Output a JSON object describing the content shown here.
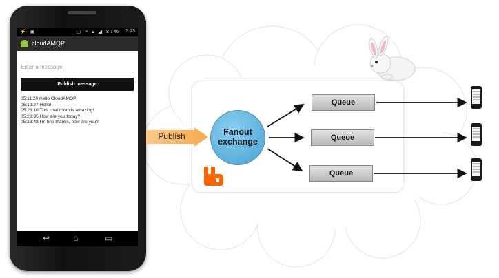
{
  "phone": {
    "status_time": "5:23",
    "battery_level": "87%",
    "app_title": "cloudAMQP",
    "message_placeholder": "Enter a message",
    "publish_button_label": "Publish message",
    "chat_messages": [
      "05:11:20 Hello CloudAMQP",
      "05:12:27 Hello!",
      "05:23:10 This chat room is amazing!",
      "05:23:35 How are you today?",
      "05:23:48 I'm fine thanks, how are you?"
    ]
  },
  "diagram": {
    "publish_label": "Publish",
    "exchange_label_line1": "Fanout",
    "exchange_label_line2": "exchange",
    "queues": [
      "Queue",
      "Queue",
      "Queue"
    ]
  },
  "colors": {
    "exchange_fill": "#5aafdc",
    "publish_arrow": "#f9b96a",
    "rabbitmq_orange": "#f60",
    "queue_fill": "#c8c8c8"
  },
  "icons": {
    "nav_back": "back-icon",
    "nav_home": "home-icon",
    "nav_recent": "recent-apps-icon",
    "mascot": "rabbit-icon",
    "logo": "rabbitmq-logo-icon"
  }
}
